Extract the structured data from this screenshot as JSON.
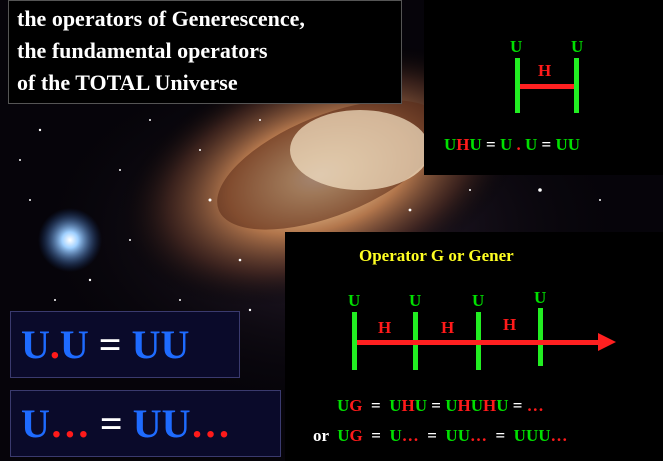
{
  "title_lines": [
    "the operators of Generescence,",
    "the fundamental operators",
    "of the TOTAL Universe"
  ],
  "uhu_panel": {
    "u_label": "U",
    "h_label": "H",
    "eq": {
      "a": "U",
      "b": "H",
      "c": "U",
      "d": " = ",
      "e": "U",
      "f": " . ",
      "g": "U",
      "h": " = ",
      "i": "UU"
    }
  },
  "gener_panel": {
    "title": "Operator G  or  Gener",
    "u_label": "U",
    "h_label": "H",
    "line1": {
      "a": "U",
      "b": "G",
      "c": "  =  ",
      "d": "U",
      "e": "H",
      "f": "U",
      "g": " = ",
      "h": "U",
      "i": "H",
      "j": "U",
      "k": "H",
      "l": "U",
      "m": " = ",
      "n": "…"
    },
    "line2": {
      "a": "or  ",
      "b": "U",
      "c": "G",
      "d": "  =  ",
      "e": "U",
      "f": "…",
      "g": "  =  ",
      "h": "UU",
      "i": "…",
      "j": "  =  ",
      "k": "UUU",
      "l": "…"
    }
  },
  "eq1": {
    "a": "U",
    "b": ".",
    "c": "U",
    "d": " = ",
    "e": "UU"
  },
  "eq2": {
    "a": "U",
    "b": "…",
    "c": " = ",
    "d": "UU",
    "e": "…"
  }
}
